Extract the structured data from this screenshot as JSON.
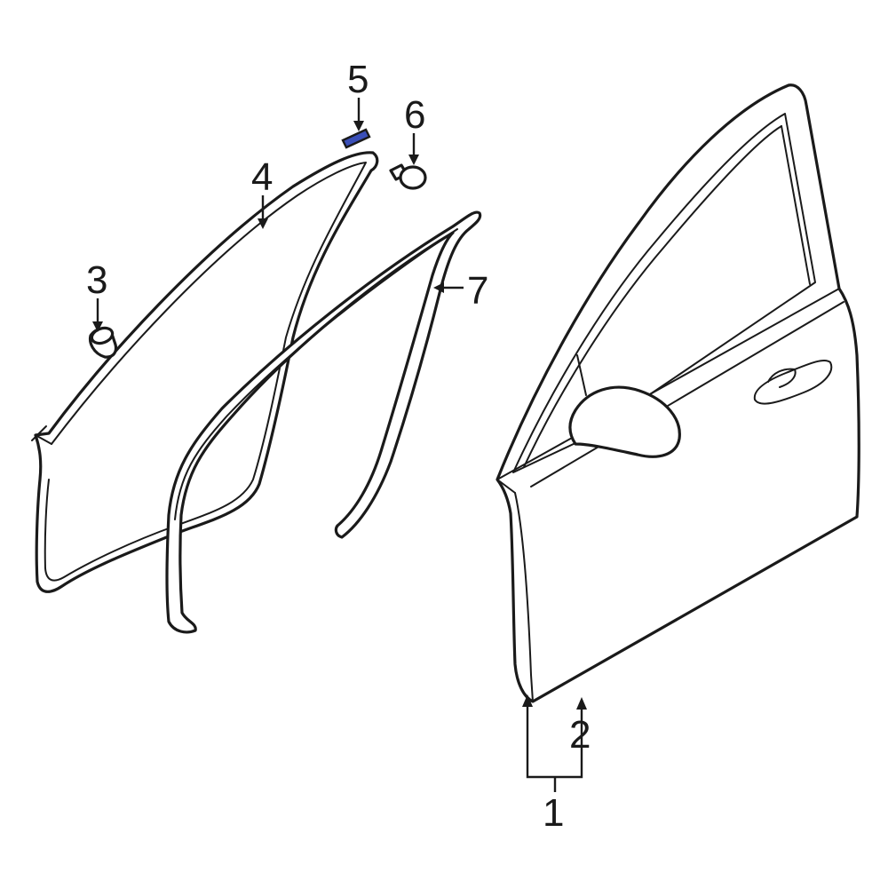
{
  "callouts": {
    "c1": "1",
    "c2": "2",
    "c3": "3",
    "c4": "4",
    "c5": "5",
    "c6": "6",
    "c7": "7"
  },
  "colors": {
    "highlight": "#3a4fb8",
    "line": "#1a1a1a"
  }
}
